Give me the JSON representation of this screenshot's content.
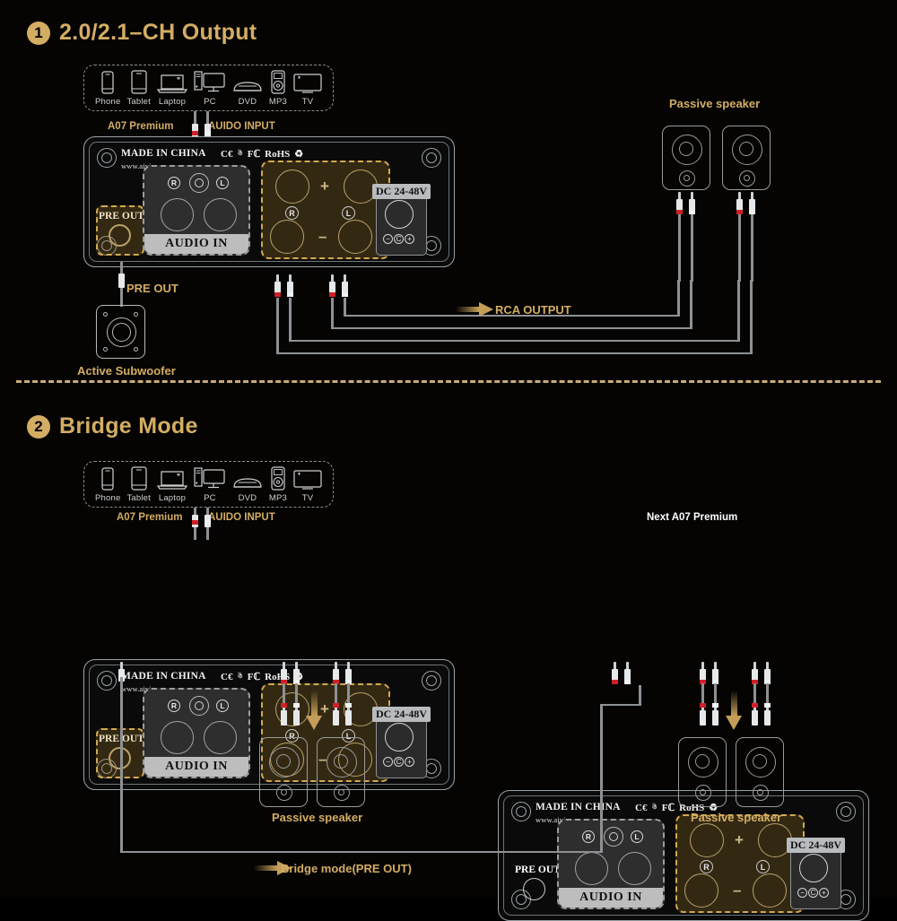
{
  "page": {
    "background": "#050403",
    "accent_gold": "#d3ad63",
    "wire_gray": "#8e9194"
  },
  "sections": [
    {
      "number": "1",
      "title": "2.0/2.1–CH Output",
      "labels": {
        "model": "A07 Premium",
        "audio_input": "AUIDO INPUT",
        "passive_speaker": "Passive speaker",
        "pre_out": "PRE OUT",
        "active_subwoofer": "Active Subwoofer",
        "rca_output": "RCA OUTPUT"
      }
    },
    {
      "number": "2",
      "title": "Bridge Mode",
      "labels": {
        "model": "A07 Premium",
        "audio_input": "AUIDO INPUT",
        "next_model": "Next A07 Premium",
        "passive_speaker_left": "Passive speaker",
        "passive_speaker_right": "Passive speaker",
        "pre_out_left": "PRE OUT",
        "pre_out_right": "PRE OUT",
        "bridge_mode": "Bridge mode(PRE OUT)"
      }
    }
  ],
  "sources": {
    "items": [
      {
        "label": "Phone",
        "icon": "phone-icon"
      },
      {
        "label": "Tablet",
        "icon": "tablet-icon"
      },
      {
        "label": "Laptop",
        "icon": "laptop-icon"
      },
      {
        "label": "PC",
        "icon": "pc-icon"
      },
      {
        "label": "DVD",
        "icon": "dvd-icon"
      },
      {
        "label": "MP3",
        "icon": "mp3-icon"
      },
      {
        "label": "TV",
        "icon": "tv-icon"
      }
    ]
  },
  "amp_panel": {
    "made_in": "MADE IN CHINA",
    "website": "www.aiyima.com",
    "certs": [
      "CE",
      "C-tick",
      "FC",
      "RoHS",
      "WEEE"
    ],
    "audio_in_label": "AUDIO IN",
    "channel_right": "R",
    "channel_left": "L",
    "plus": "+",
    "minus": "–",
    "dc_label": "DC",
    "dc_voltage": "24-48V",
    "pre_out_label": "PRE OUT",
    "polarity": [
      "−",
      "C",
      "+"
    ]
  }
}
